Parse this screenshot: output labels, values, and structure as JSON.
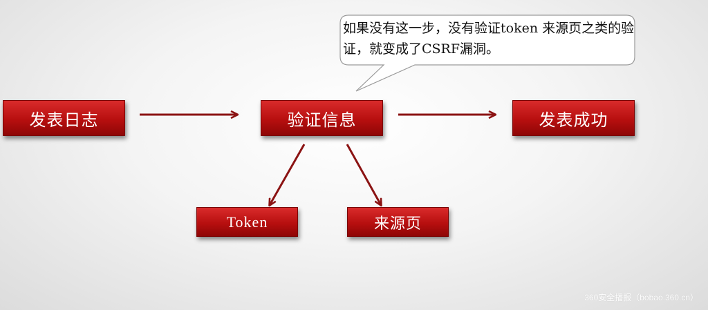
{
  "diagram": {
    "nodes": {
      "publish_log": "发表日志",
      "verify_info": "验证信息",
      "publish_success": "发表成功",
      "token": "Token",
      "referer": "来源页"
    },
    "callout": "如果没有这一步，没有验证token 来源页之类的验证，就变成了CSRF漏洞。"
  },
  "watermark": "360安全播报（bobao.360.cn）",
  "colors": {
    "box_fill": "#c01818",
    "arrow": "#8b1313",
    "callout_border": "#9a9a9a"
  }
}
